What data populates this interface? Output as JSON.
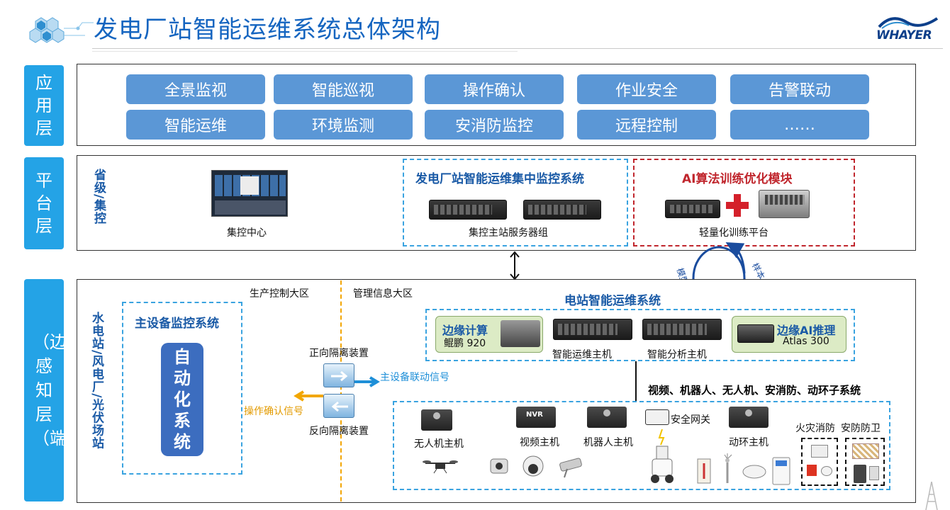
{
  "header": {
    "title": "发电厂站智能运维系统总体架构",
    "logo_text": "WHAYER"
  },
  "layers": {
    "app": "应用层",
    "platform": "平台层",
    "edge": "（边）感知层（端）"
  },
  "app_buttons": [
    "全景监视",
    "智能巡视",
    "操作确认",
    "作业安全",
    "告警联动",
    "智能运维",
    "环境监测",
    "安消防监控",
    "远程控制",
    "……"
  ],
  "platform": {
    "side_label": "省级/集控",
    "control_center": "集控中心",
    "central_system_title": "发电厂站智能运维集中监控系统",
    "server_group": "集控主站服务器组",
    "ai_title": "AI算法训练优化模块",
    "ai_platform": "轻量化训练平台",
    "model_download": "模型下载",
    "sample_upload": "样本上传"
  },
  "edge": {
    "side_label": "水电站/风电厂/光伏场站",
    "zone_left": "生产控制大区",
    "zone_right": "管理信息大区",
    "main_monitor_title": "主设备监控系统",
    "automation": "自动化系统",
    "forward_isolation": "正向隔离装置",
    "reverse_isolation": "反向隔离装置",
    "linkage_signal": "主设备联动信号",
    "confirm_signal": "操作确认信号",
    "station_system_title": "电站智能运维系统",
    "edge_compute_title": "边缘计算",
    "edge_compute_model": "鲲鹏 920",
    "ops_host": "智能运维主机",
    "analysis_host": "智能分析主机",
    "edge_ai_title": "边缘AI推理",
    "edge_ai_model": "Atlas 300",
    "subsystems": "视频、机器人、无人机、安消防、动环子系统",
    "drone_host": "无人机主机",
    "video_host": "视频主机",
    "nvr_text": "NVR",
    "robot_host": "机器人主机",
    "security_gateway": "安全网关",
    "env_host": "动环主机",
    "fire": "火灾消防",
    "security": "安防防卫"
  },
  "colors": {
    "title": "#1565c0",
    "layer_label": "#24a3e6",
    "app_button": "#5b97d6",
    "dashed_blue": "#3aa3e0",
    "dashed_red": "#c0262d",
    "automation": "#3c6dbf",
    "green_box": "#dcebc5",
    "signal_blue": "#1e8fd8",
    "signal_orange": "#f2a600"
  }
}
